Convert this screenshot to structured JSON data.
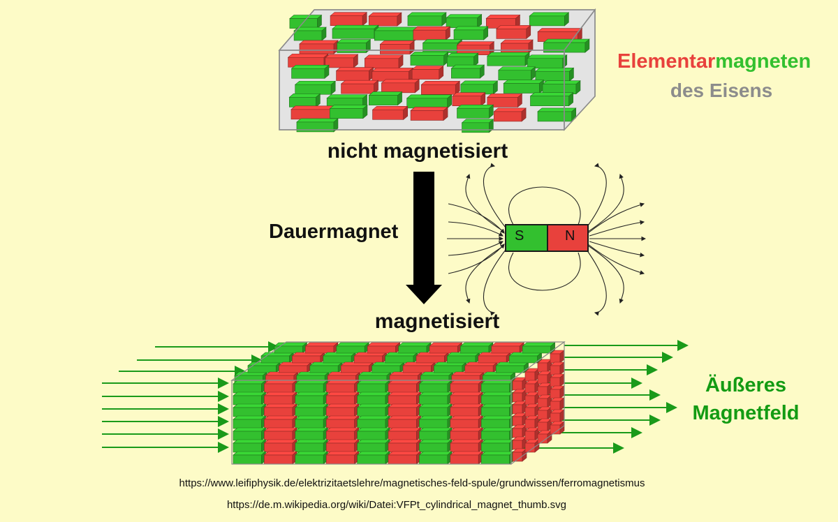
{
  "labels": {
    "title_part1": "Elementar",
    "title_part2": "magneten",
    "title_line2": "des Eisens",
    "unmagnetized": "nicht magnetisiert",
    "permanent_magnet": "Dauermagnet",
    "magnetized": "magnetisiert",
    "external_field_line1": "Äußeres",
    "external_field_line2": "Magnetfeld",
    "pole_south": "S",
    "pole_north": "N"
  },
  "sources": [
    "https://www.leifiphysik.de/elektrizitaetslehre/magnetisches-feld-spule/grundwissen/ferromagnetismus",
    "https://de.m.wikipedia.org/wiki/Datei:VFPt_cylindrical_magnet_thumb.svg"
  ],
  "colors": {
    "background": "#fdfbc7",
    "magnet_red": "#e8413c",
    "magnet_green": "#33c02f",
    "field_green": "#139b13",
    "gray": "#8c8c8c"
  }
}
